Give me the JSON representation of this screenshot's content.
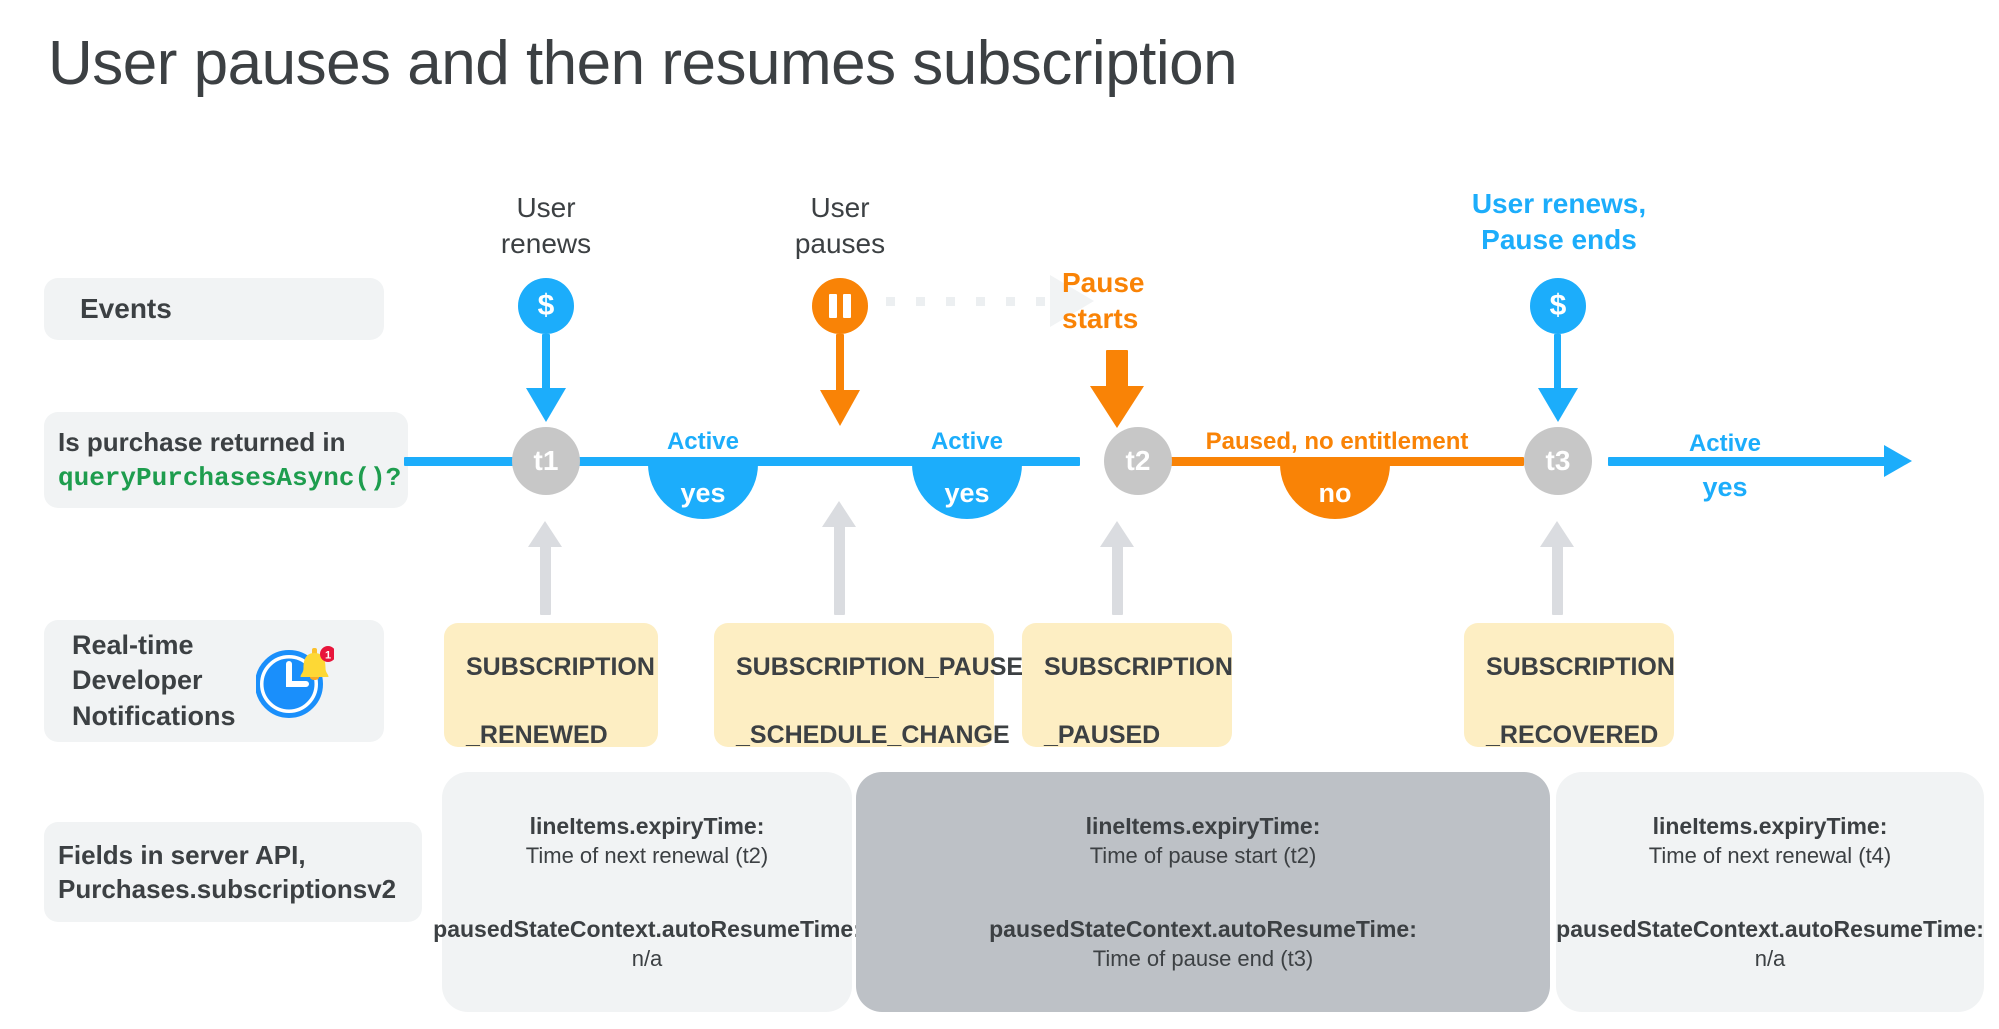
{
  "title": "User pauses and then resumes subscription",
  "colors": {
    "blue": "#1cadfb",
    "orange": "#f98306",
    "gray_node": "#c7c7c7",
    "note_yellow": "#fdeec3",
    "panel_light": "#f1f3f4",
    "panel_dark": "#bdc1c6",
    "green_code": "#1e9d4e",
    "text": "#3c4043"
  },
  "row_labels": {
    "events": "Events",
    "query_line1": "Is purchase returned in",
    "query_code": "queryPurchasesAsync()?",
    "rtdn_line1": "Real-time",
    "rtdn_line2": "Developer",
    "rtdn_line3": "Notifications",
    "rtdn_icon": "clock-bell-notification-icon",
    "fields_line1": "Fields in server API,",
    "fields_line2": "Purchases.subscriptionsv2"
  },
  "events": [
    {
      "caption": "User\nrenews",
      "caption_line1": "User",
      "caption_line2": "renews",
      "icon": "dollar-icon",
      "glyph": "$",
      "color": "blue",
      "style": "plain"
    },
    {
      "caption_line1": "User",
      "caption_line2": "pauses",
      "icon": "pause-icon",
      "glyph": "",
      "color": "orange",
      "style": "plain"
    },
    {
      "caption_line1": "Pause",
      "caption_line2": "starts",
      "icon": "none",
      "color": "orange",
      "style": "bold"
    },
    {
      "caption_line1": "User renews,",
      "caption_line2": "Pause ends",
      "icon": "dollar-icon",
      "glyph": "$",
      "color": "blue",
      "style": "bold"
    }
  ],
  "timeline": {
    "nodes": [
      "t1",
      "t2",
      "t3"
    ],
    "segments": [
      {
        "status": "Active",
        "entitlement": "yes",
        "color": "blue"
      },
      {
        "status": "Active",
        "entitlement": "yes",
        "color": "blue"
      },
      {
        "status": "Paused, no entitlement",
        "entitlement": "no",
        "color": "orange"
      },
      {
        "status": "Active",
        "entitlement": "yes",
        "color": "blue"
      }
    ]
  },
  "notifications": [
    {
      "line1": "SUBSCRIPTION",
      "line2": "_RENEWED"
    },
    {
      "line1": "SUBSCRIPTION_PAUSE",
      "line2": "_SCHEDULE_CHANGE"
    },
    {
      "line1": "SUBSCRIPTION",
      "line2": "_PAUSED"
    },
    {
      "line1": "SUBSCRIPTION",
      "line2": "_RECOVERED"
    }
  ],
  "api_panels": [
    {
      "theme": "light",
      "expiry_key": "lineItems.expiryTime:",
      "expiry_val": "Time of next renewal (t2)",
      "resume_key": "pausedStateContext.autoResumeTime:",
      "resume_val": "n/a"
    },
    {
      "theme": "dark",
      "expiry_key": "lineItems.expiryTime:",
      "expiry_val": "Time of pause start (t2)",
      "resume_key": "pausedStateContext.autoResumeTime:",
      "resume_val": "Time of pause end (t3)"
    },
    {
      "theme": "light",
      "expiry_key": "lineItems.expiryTime:",
      "expiry_val": "Time of next renewal (t4)",
      "resume_key": "pausedStateContext.autoResumeTime:",
      "resume_val": "n/a"
    }
  ]
}
